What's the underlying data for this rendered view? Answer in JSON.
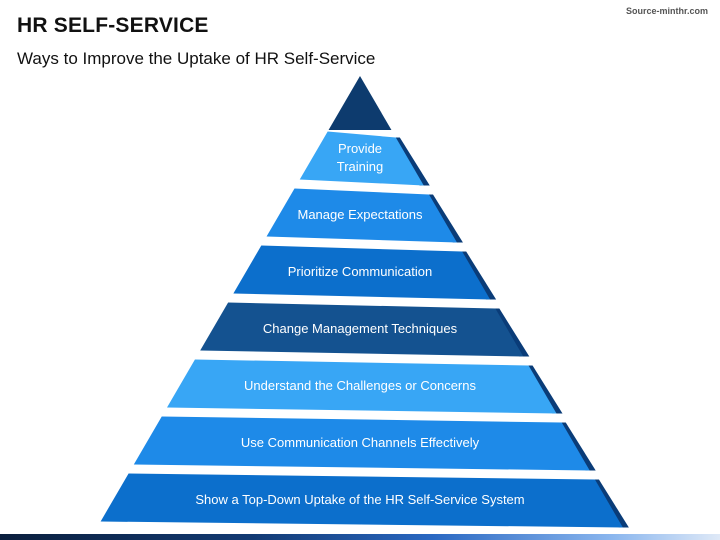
{
  "header": {
    "title": "HR SELF-SERVICE",
    "subtitle": "Ways to Improve the Uptake of HR Self-Service",
    "source": "Source-minthr.com"
  },
  "colors": {
    "tip": "#0d3b6e",
    "light": "#38a6f5",
    "medium": "#1e8ae8",
    "deep": "#0c6fcc",
    "navy": "#145290",
    "fold": "#0a3c78"
  },
  "pyramid": {
    "layers": [
      {
        "label": "Provide\nTraining",
        "shade": "light"
      },
      {
        "label": "Manage Expectations",
        "shade": "medium"
      },
      {
        "label": "Prioritize Communication",
        "shade": "deep"
      },
      {
        "label": "Change Management Techniques",
        "shade": "navy"
      },
      {
        "label": "Understand the Challenges or Concerns",
        "shade": "light"
      },
      {
        "label": "Use Communication Channels Effectively",
        "shade": "medium"
      },
      {
        "label": "Show a Top-Down Uptake of the HR Self-Service System",
        "shade": "deep"
      }
    ]
  }
}
